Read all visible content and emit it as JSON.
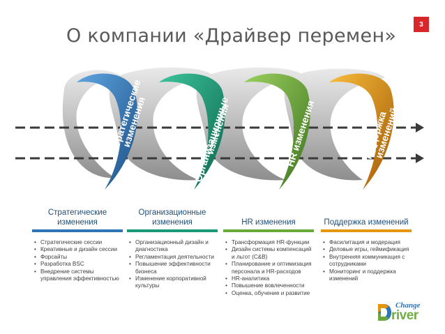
{
  "page_number": "3",
  "title": "О компании «Драйвер перемен»",
  "rings": [
    {
      "label_line1": "Стратегические",
      "label_line2": "изменения",
      "color": "#2e75b6"
    },
    {
      "label_line1": "Организационные",
      "label_line2": "изменения",
      "color": "#1a9a78"
    },
    {
      "label_line1": "HR изменения",
      "label_line2": "",
      "color": "#6aa83a"
    },
    {
      "label_line1": "Поддержка",
      "label_line2": "изменений",
      "color": "#e6960c"
    }
  ],
  "columns": [
    {
      "heading": "Стратегические изменения",
      "bar_color": "#2e75b6",
      "items": [
        "Стратегические сессии",
        "Креативные и дизайн сессии",
        "Форсайты",
        "Разработка BSC",
        "Внедрение системы управления эффективностью"
      ]
    },
    {
      "heading": "Организационные изменения",
      "bar_color": "#1a9a78",
      "items": [
        "Организационный дизайн и диагностика",
        "Регламентация деятельности",
        "Повышение эффективности бизнеса",
        "Изменение корпоративной культуры"
      ]
    },
    {
      "heading": "HR изменения",
      "bar_color": "#6aa83a",
      "items": [
        "Трансформация HR-функции",
        "Дизайн системы компенсаций и льгот (C&B)",
        "Планирование и оптимизация персонала и HR-расходов",
        "HR-аналитика",
        "Повышение вовлеченности",
        "Оценка, обучение и развитие"
      ]
    },
    {
      "heading": "Поддержка изменений",
      "bar_color": "#e6960c",
      "items": [
        "Фасилитация и модерация",
        "Деловые игры, геймификация",
        "Внутренняя коммуникация с сотрудниками",
        "Мониторинг и поддержка изменений"
      ]
    }
  ],
  "logo": {
    "word1": "Change",
    "word2": "river"
  }
}
